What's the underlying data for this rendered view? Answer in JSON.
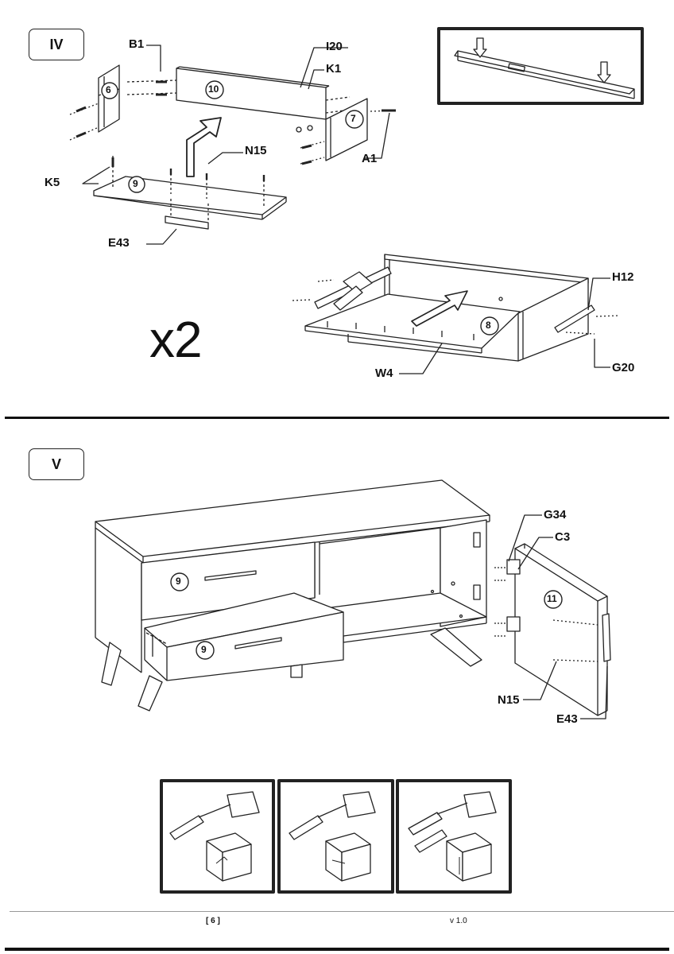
{
  "steps": {
    "iv": {
      "badge": "IV"
    },
    "v": {
      "badge": "V"
    }
  },
  "multiplier": "x2",
  "step_iv_labels": {
    "b1": "B1",
    "i20": "I20",
    "k1": "K1",
    "k5": "K5",
    "n15": "N15",
    "e43": "E43",
    "a1": "A1",
    "h12": "H12",
    "w4": "W4",
    "g20": "G20"
  },
  "step_iv_panels": {
    "p6": "6",
    "p10": "10",
    "p7": "7",
    "p9": "9",
    "p8": "8"
  },
  "step_v_labels": {
    "g34": "G34",
    "c3": "C3",
    "n15": "N15",
    "e43": "E43"
  },
  "step_v_panels": {
    "drawer_top": "9",
    "drawer_bottom": "9",
    "door": "11"
  },
  "footer": {
    "page": "[ 6 ]",
    "version": "v 1.0"
  }
}
